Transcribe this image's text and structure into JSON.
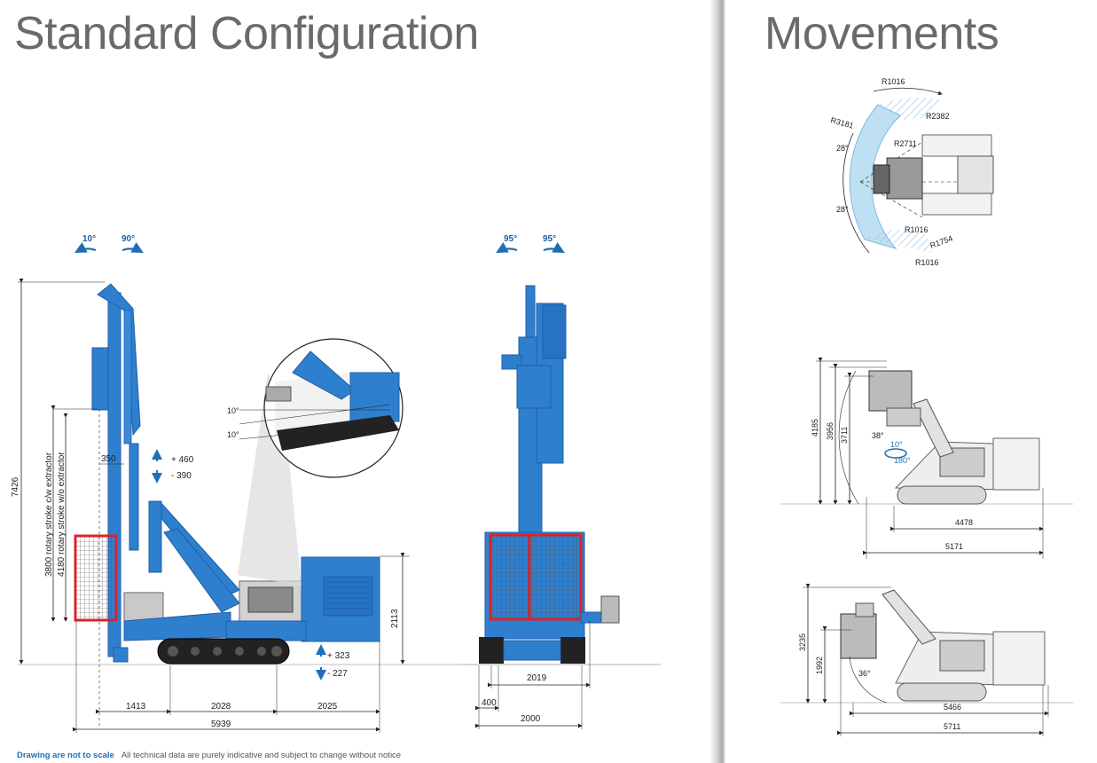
{
  "headings": {
    "left": "Standard Configuration",
    "right": "Movements"
  },
  "colors": {
    "machine_blue": "#2f7fcf",
    "machine_dark": "#1e5fa8",
    "guard_red": "#d9242b",
    "arrow_blue": "#1e6fb8",
    "arc_fill": "#bfe0f2"
  },
  "icons": [
    "rotate-left-arrow-icon",
    "rotate-right-arrow-icon",
    "vertical-double-arrow-icon"
  ],
  "side_view": {
    "tilt_left": "10°",
    "tilt_right": "90°",
    "height_total": "7426",
    "stroke_cw": "3800  rotary stroke c/w extractor",
    "stroke_wo": "4180  rotary stroke w/o extractor",
    "offset_350": "350",
    "mast_plus": "+ 460",
    "mast_minus": "- 390",
    "detail_angle_1": "10°",
    "detail_angle_2": "10°",
    "body_height": "2113",
    "track_plus": "+ 323",
    "track_minus": "- 227",
    "dim_1413": "1413",
    "dim_2028": "2028",
    "dim_2025": "2025",
    "dim_5939": "5939"
  },
  "front_view": {
    "tilt_left": "95°",
    "tilt_right": "95°",
    "dim_2019": "2019",
    "dim_400": "400",
    "dim_2000": "2000"
  },
  "top_view": {
    "r1016_top": "R1016",
    "r2382": "R2382",
    "r3181": "R3181",
    "r2711": "R2711",
    "angle_top": "28°",
    "angle_bottom": "28°",
    "r1016_mid": "R1016",
    "r1754": "R1754",
    "r1016_bottom": "R1016"
  },
  "movement_1": {
    "h_4185": "4185",
    "h_3956": "3956",
    "h_3711": "3711",
    "angle_38": "38°",
    "rot_10": "10°",
    "rot_180": "180°",
    "dim_4478": "4478",
    "dim_5171": "5171"
  },
  "movement_2": {
    "h_3235": "3235",
    "h_1992": "1992",
    "angle_36": "36°",
    "dim_5466": "5466",
    "dim_5711": "5711"
  },
  "footer": {
    "strong": "Drawing are not to scale",
    "note": "All technical data are purely indicative and subject to change without notice"
  }
}
